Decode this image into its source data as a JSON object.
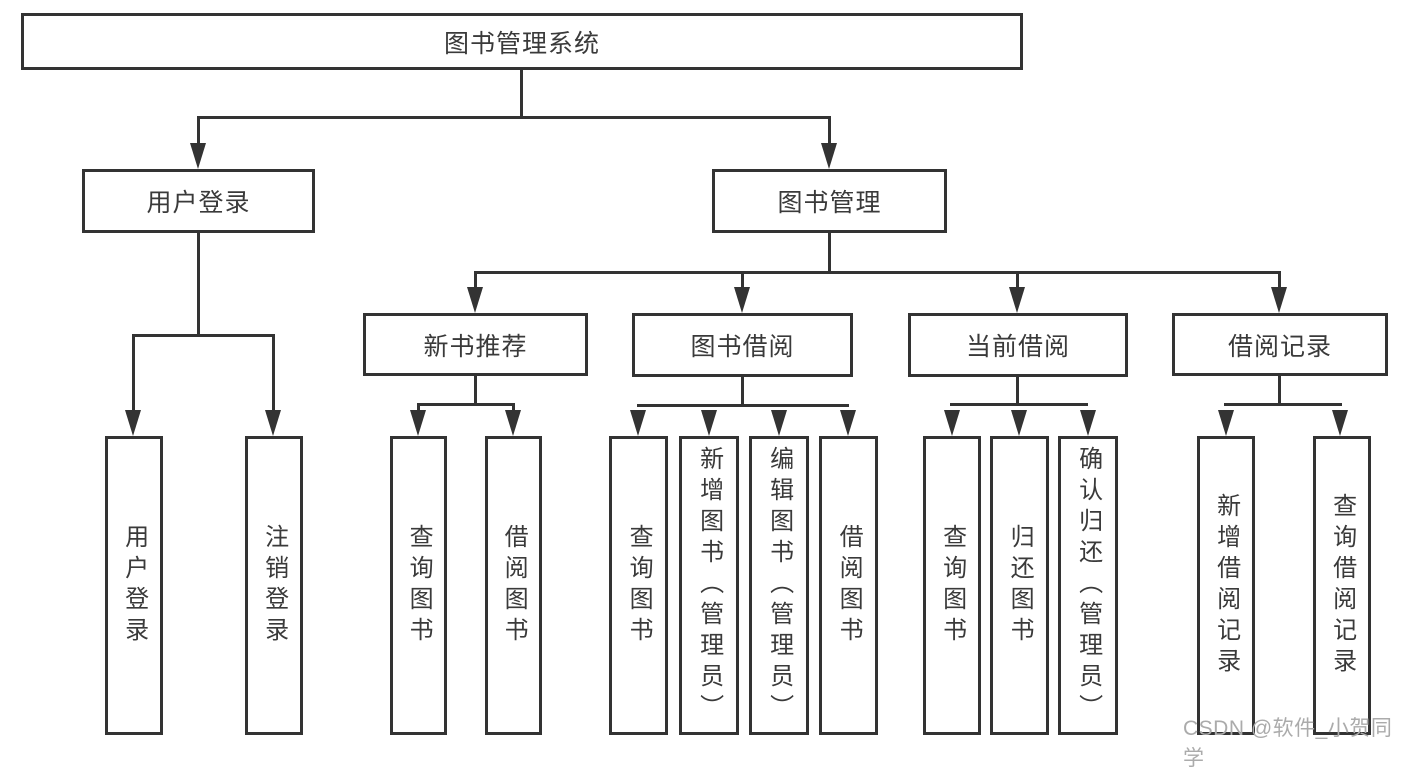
{
  "tree": {
    "label": "图书管理系统",
    "children": [
      {
        "label": "用户登录",
        "children": [
          {
            "label": "用户登录"
          },
          {
            "label": "注销登录"
          }
        ]
      },
      {
        "label": "图书管理",
        "children": [
          {
            "label": "新书推荐",
            "children": [
              {
                "label": "查询图书"
              },
              {
                "label": "借阅图书"
              }
            ]
          },
          {
            "label": "图书借阅",
            "children": [
              {
                "label": "查询图书"
              },
              {
                "label": "新增图书（管理员）"
              },
              {
                "label": "编辑图书（管理员）"
              },
              {
                "label": "借阅图书"
              }
            ]
          },
          {
            "label": "当前借阅",
            "children": [
              {
                "label": "查询图书"
              },
              {
                "label": "归还图书"
              },
              {
                "label": "确认归还（管理员）"
              }
            ]
          },
          {
            "label": "借阅记录",
            "children": [
              {
                "label": "新增借阅记录"
              },
              {
                "label": "查询借阅记录"
              }
            ]
          }
        ]
      }
    ]
  },
  "watermark": {
    "text": "CSDN @软件_小贺同学"
  },
  "colors": {
    "line": "#333333",
    "text": "#3a3a3a",
    "watermark": "#ababab",
    "background": "#ffffff"
  }
}
